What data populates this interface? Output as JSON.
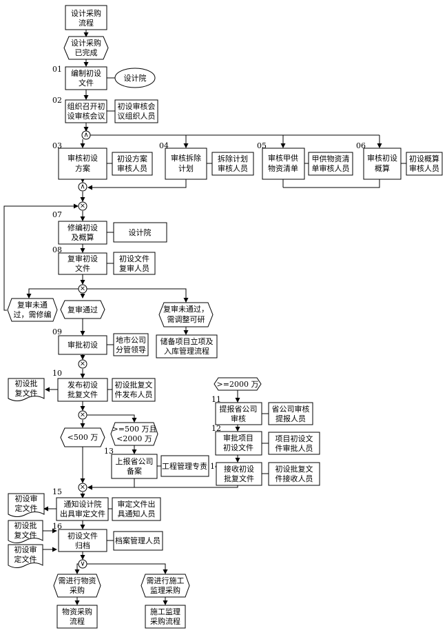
{
  "nodes": {
    "start": [
      "设计采购",
      "流程"
    ],
    "done": [
      "设计采购",
      "已完成"
    ],
    "n01": [
      "编制初设",
      "文件"
    ],
    "sjy1": [
      "设计院"
    ],
    "n02": [
      "组织召开初",
      "设审核会议"
    ],
    "r02": [
      "初设审核会",
      "议组织人员"
    ],
    "n03": [
      "审核初设",
      "方案"
    ],
    "r03": [
      "初设方案",
      "审核人员"
    ],
    "n04": [
      "审核拆除",
      "计划"
    ],
    "r04": [
      "拆除计划",
      "审核人员"
    ],
    "n05": [
      "审核甲供",
      "物资清单"
    ],
    "r05": [
      "甲供物资清",
      "单审核人员"
    ],
    "n06": [
      "审核初设",
      "概算"
    ],
    "r06": [
      "初设概算",
      "审核人员"
    ],
    "n07": [
      "修编初设",
      "及概算"
    ],
    "sjy2": [
      "设计院"
    ],
    "n08": [
      "复审初设",
      "文件"
    ],
    "r08": [
      "初设文件",
      "复审人员"
    ],
    "fail": [
      "复审未通",
      "过，需修编"
    ],
    "pass": [
      "复审通过"
    ],
    "adjust": [
      "复审未通过，",
      "需调整可研"
    ],
    "reserve": [
      "储备项目立项及",
      "入库管理流程"
    ],
    "n09": [
      "审批初设"
    ],
    "r09": [
      "地市公司",
      "分管领导"
    ],
    "n10": [
      "发布初设",
      "批复文件"
    ],
    "r10": [
      "初设批复文",
      "件发布人员"
    ],
    "doc10": [
      "初设批",
      "复文件"
    ],
    "lt500": [
      "<500 万"
    ],
    "mid": [
      ">=500 万且",
      "<2000 万"
    ],
    "ge2000": [
      ">=2000 万"
    ],
    "n11": [
      "提报省公司",
      "审核"
    ],
    "r11": [
      "省公司审核",
      "提报人员"
    ],
    "n12": [
      "审批项目",
      "初设文件"
    ],
    "r12": [
      "项目初设文",
      "件审批人员"
    ],
    "n13": [
      "上报省公司",
      "备案"
    ],
    "r13": [
      "工程管理专责"
    ],
    "n14": [
      "接收初设",
      "批复文件"
    ],
    "r14": [
      "初设批复文",
      "件接收人员"
    ],
    "n15": [
      "通知设计院",
      "出具审定文件"
    ],
    "r15": [
      "审定文件出",
      "具通知人员"
    ],
    "doc15": [
      "初设审",
      "定文件"
    ],
    "docA": [
      "初设批",
      "复文件"
    ],
    "docB": [
      "初设审",
      "定文件"
    ],
    "n16": [
      "初设文件",
      "归档"
    ],
    "r16": [
      "档案管理人员"
    ],
    "needMat": [
      "需进行物资",
      "采购"
    ],
    "needSup": [
      "需进行施工",
      "监理采购"
    ],
    "matProc": [
      "物资采购",
      "流程"
    ],
    "supProc": [
      "施工监理",
      "采购流程"
    ]
  },
  "step_numbers": {
    "s01": "01",
    "s02": "02",
    "s03": "03",
    "s04": "04",
    "s05": "05",
    "s06": "06",
    "s07": "07",
    "s08": "08",
    "s09": "09",
    "s10": "10",
    "s11": "11",
    "s12": "12",
    "s13": "13",
    "s14": "14",
    "s15": "15",
    "s16": "16"
  },
  "gateways": {
    "and_split": "∧",
    "and_join": "∧",
    "xor_loop": "×",
    "xor_review": "×",
    "xor_approve": "×",
    "xor_amount": "×",
    "xor_merge": "×",
    "or_split": "∨"
  }
}
